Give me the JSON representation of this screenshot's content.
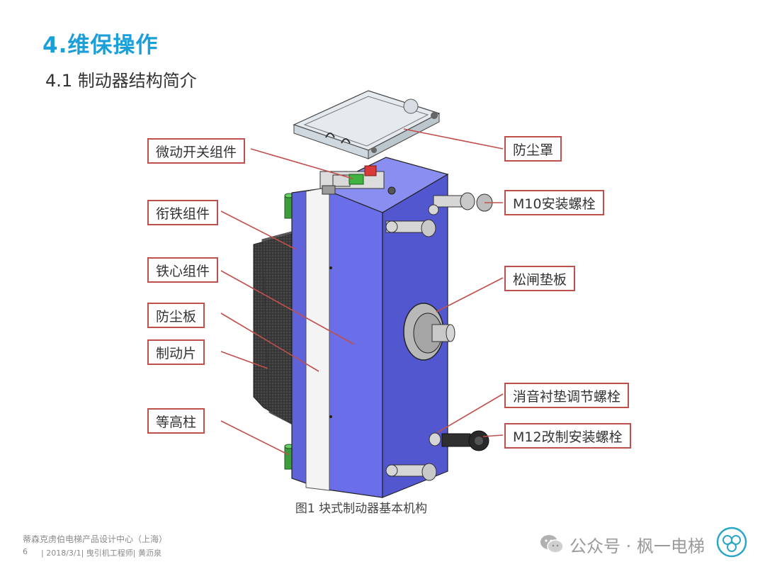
{
  "header": {
    "title": "4.维保操作",
    "subtitle": "4.1 制动器结构简介"
  },
  "labels": {
    "micro_switch": "微动开关组件",
    "armature": "衔铁组件",
    "core": "铁心组件",
    "dust_plate": "防尘板",
    "brake_pad": "制动片",
    "spacer_column": "等高柱",
    "dust_cover": "防尘罩",
    "m10_bolt": "M10安装螺栓",
    "release_pad": "松闸垫板",
    "silencer_bolt": "消音衬垫调节螺栓",
    "m12_bolt": "M12改制安装螺栓"
  },
  "caption": "图1 块式制动器基本机构",
  "footer": {
    "company": "蒂森克虏伯电梯产品设计中心（上海）",
    "page": "6",
    "info": "| 2018/3/1| 曳引机工程师| 黄沥泉"
  },
  "watermark": {
    "text": "公众号 · 枫一电梯",
    "icon": "wechat-icon",
    "logo": "brand-logo-icon"
  },
  "colors": {
    "title": "#1a9fd9",
    "callout_border": "#c0504d",
    "body_purple": "#6a6ee8"
  }
}
